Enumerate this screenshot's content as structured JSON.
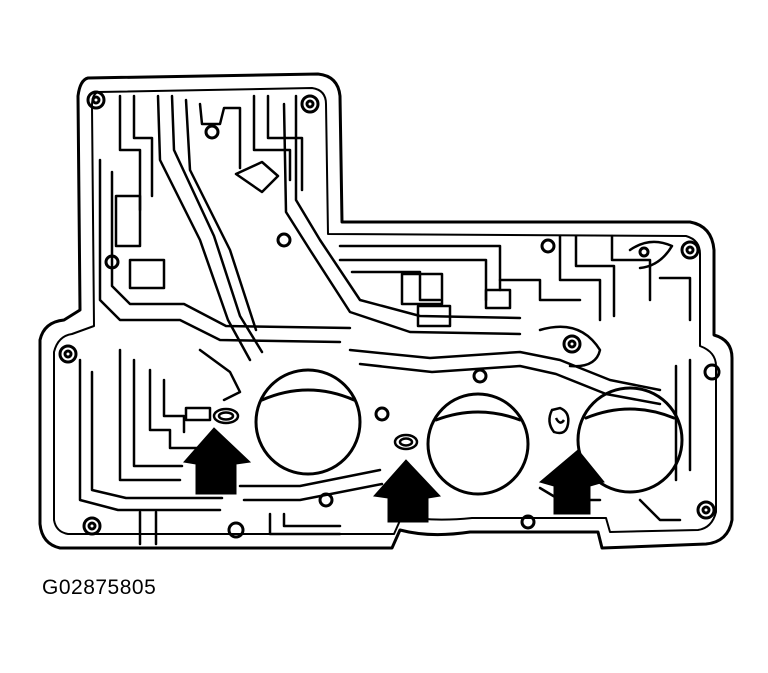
{
  "figure": {
    "caption_id": "G02875805",
    "callouts": [
      {
        "name": "left-check-ball-arrow",
        "points_to": "left-check-ball"
      },
      {
        "name": "center-check-ball-arrow",
        "points_to": "center-check-ball"
      },
      {
        "name": "right-check-ball-arrow",
        "points_to": "right-spring-clip"
      }
    ]
  },
  "colors": {
    "ink": "#000000",
    "paper": "#ffffff"
  }
}
